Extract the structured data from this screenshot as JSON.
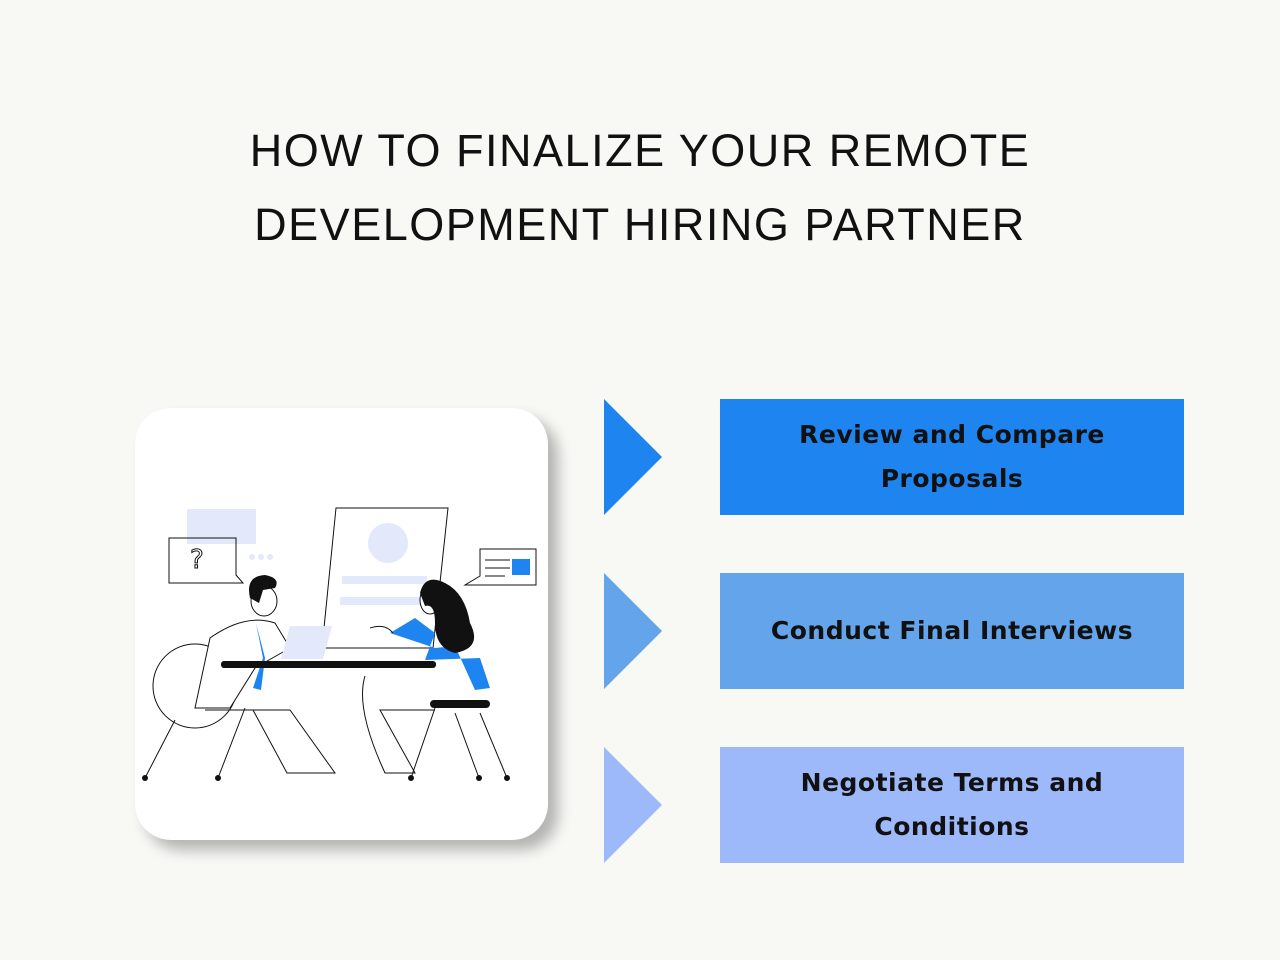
{
  "title": {
    "line1": "HOW TO FINALIZE YOUR REMOTE",
    "line2": "DEVELOPMENT HIRING PARTNER"
  },
  "steps": [
    {
      "label": "Review and Compare Proposals",
      "color": "#1e85f0"
    },
    {
      "label": "Conduct Final Interviews",
      "color": "#64a4ea"
    },
    {
      "label": "Negotiate Terms and Conditions",
      "color": "#9db9fa"
    }
  ],
  "illustration": {
    "icon": "interview-meeting-illustration",
    "accent": "#1e85f0"
  }
}
